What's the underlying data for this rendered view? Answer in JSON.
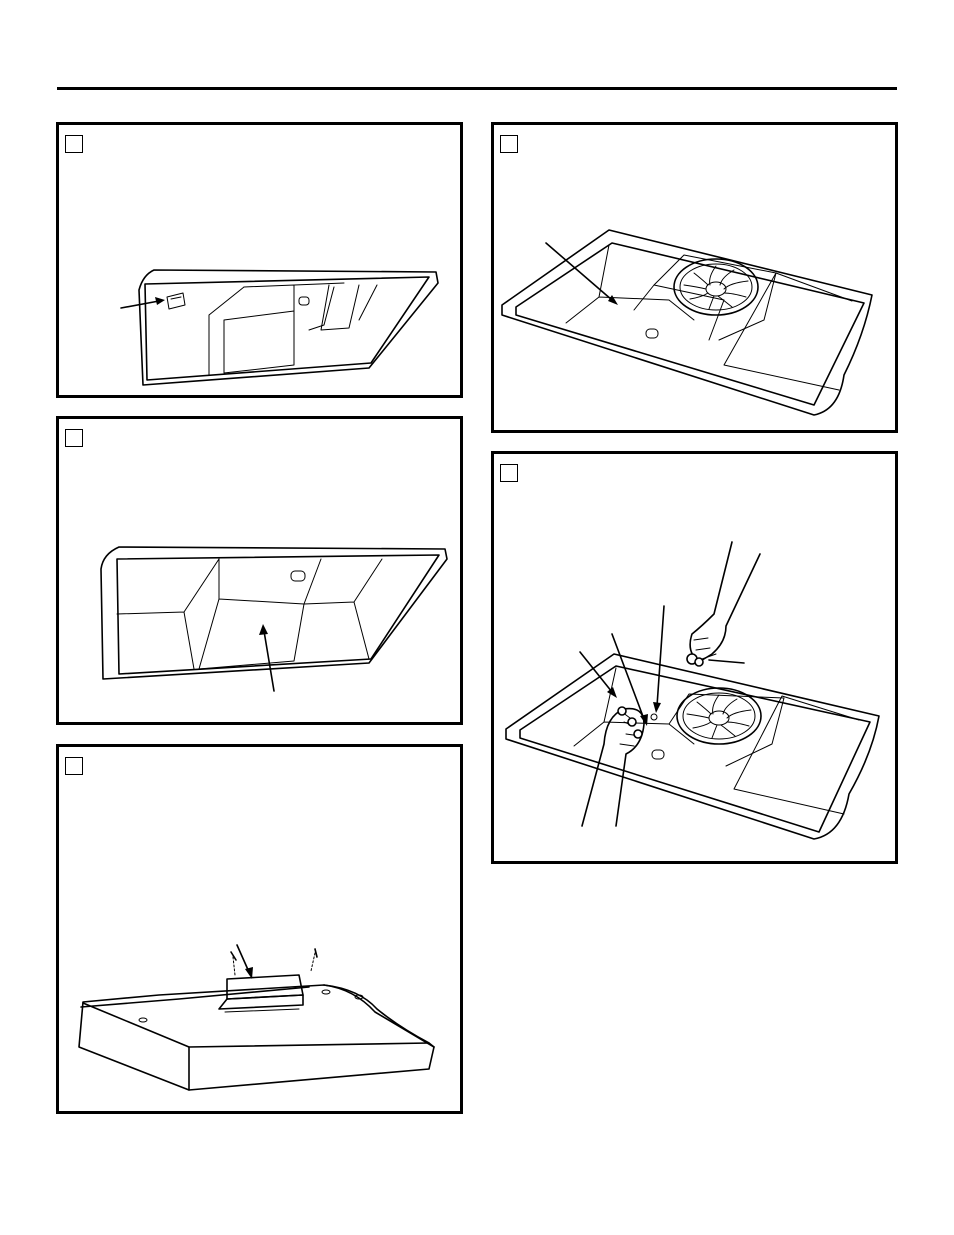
{
  "page": {
    "panels": [
      {
        "id": "step-a",
        "label": ""
      },
      {
        "id": "step-b",
        "label": ""
      },
      {
        "id": "step-c",
        "label": ""
      },
      {
        "id": "step-d",
        "label": ""
      },
      {
        "id": "step-e",
        "label": ""
      }
    ]
  },
  "icons": {
    "fan": "fan-icon",
    "arrow": "arrow-icon",
    "screw": "screw-icon",
    "hand": "hand-icon"
  },
  "colors": {
    "line": "#000000",
    "paper": "#ffffff"
  }
}
